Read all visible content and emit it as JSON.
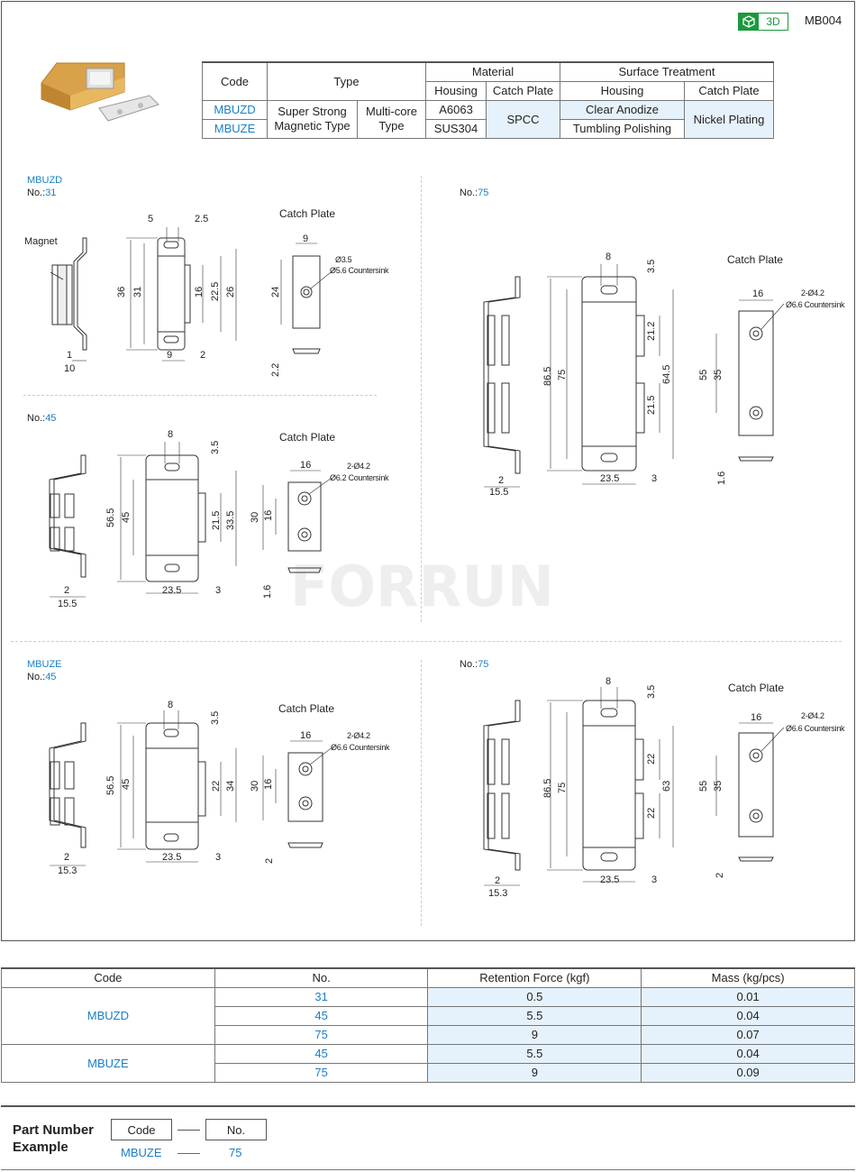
{
  "header": {
    "badge": "3D",
    "product_code": "MB004"
  },
  "spec_table": {
    "col_code": "Code",
    "col_type": "Type",
    "col_material": "Material",
    "col_surface": "Surface Treatment",
    "sub_housing": "Housing",
    "sub_catch": "Catch Plate",
    "sub_housing2": "Housing",
    "sub_catch2": "Catch Plate",
    "rows": [
      {
        "code": "MBUZD",
        "mat_housing": "A6063",
        "surf_housing": "Clear Anodize"
      },
      {
        "code": "MBUZE",
        "mat_housing": "SUS304",
        "surf_housing": "Tumbling Polishing"
      }
    ],
    "type1": "Super Strong Magnetic Type",
    "type2": "Multi-core Type",
    "mat_catch": "SPCC",
    "surf_catch": "Nickel Plating"
  },
  "drawings": {
    "d1": {
      "code": "MBUZD",
      "no_label": "No.:",
      "no": "31",
      "magnet": "Magnet",
      "catch_title": "Catch Plate",
      "dims": [
        "5",
        "2.5",
        "36",
        "31",
        "16",
        "22.5",
        "26",
        "9",
        "2",
        "1",
        "10",
        "9",
        "24",
        "2.2"
      ],
      "note1": "Ø3.5",
      "note2": "Ø5.6 Countersink"
    },
    "d2": {
      "no_label": "No.:",
      "no": "45",
      "catch_title": "Catch Plate",
      "dims": [
        "8",
        "3.5",
        "56.5",
        "45",
        "21.5",
        "33.5",
        "23.5",
        "3",
        "2",
        "15.5",
        "16",
        "30",
        "16",
        "1.6"
      ],
      "note1": "2-Ø4.2",
      "note2": "Ø6.2 Countersink"
    },
    "d3": {
      "no_label": "No.:",
      "no": "75",
      "catch_title": "Catch Plate",
      "dims": [
        "8",
        "3.5",
        "86.5",
        "75",
        "21.2",
        "64.5",
        "21.5",
        "23.5",
        "3",
        "2",
        "15.5",
        "16",
        "55",
        "35",
        "1.6"
      ],
      "note1": "2-Ø4.2",
      "note2": "Ø6.6 Countersink"
    },
    "d4": {
      "code": "MBUZE",
      "no_label": "No.:",
      "no": "45",
      "catch_title": "Catch Plate",
      "dims": [
        "8",
        "3.5",
        "56.5",
        "45",
        "22",
        "34",
        "23.5",
        "3",
        "2",
        "15.3",
        "16",
        "30",
        "16",
        "2"
      ],
      "note1": "2-Ø4.2",
      "note2": "Ø6.6 Countersink"
    },
    "d5": {
      "no_label": "No.:",
      "no": "75",
      "catch_title": "Catch Plate",
      "dims": [
        "8",
        "3.5",
        "86.5",
        "75",
        "22",
        "63",
        "22",
        "23.5",
        "3",
        "2",
        "15.3",
        "16",
        "55",
        "35",
        "2"
      ],
      "note1": "2-Ø4.2",
      "note2": "Ø6.6 Countersink"
    }
  },
  "data_table": {
    "headers": [
      "Code",
      "No.",
      "Retention Force (kgf)",
      "Mass (kg/pcs)"
    ],
    "groups": [
      {
        "code": "MBUZD",
        "rows": [
          [
            "31",
            "0.5",
            "0.01"
          ],
          [
            "45",
            "5.5",
            "0.04"
          ],
          [
            "75",
            "9",
            "0.07"
          ]
        ]
      },
      {
        "code": "MBUZE",
        "rows": [
          [
            "45",
            "5.5",
            "0.04"
          ],
          [
            "75",
            "9",
            "0.09"
          ]
        ]
      }
    ]
  },
  "part_number": {
    "title_line1": "Part Number",
    "title_line2": "Example",
    "box_code": "Code",
    "box_no": "No.",
    "ex_code": "MBUZE",
    "ex_no": "75"
  },
  "watermark": "FORRUN",
  "colors": {
    "accent_blue": "#1b7fc4",
    "shade": "#e6f2fb",
    "badge_green": "#1a9a3c",
    "gold": "#d9a24a"
  }
}
